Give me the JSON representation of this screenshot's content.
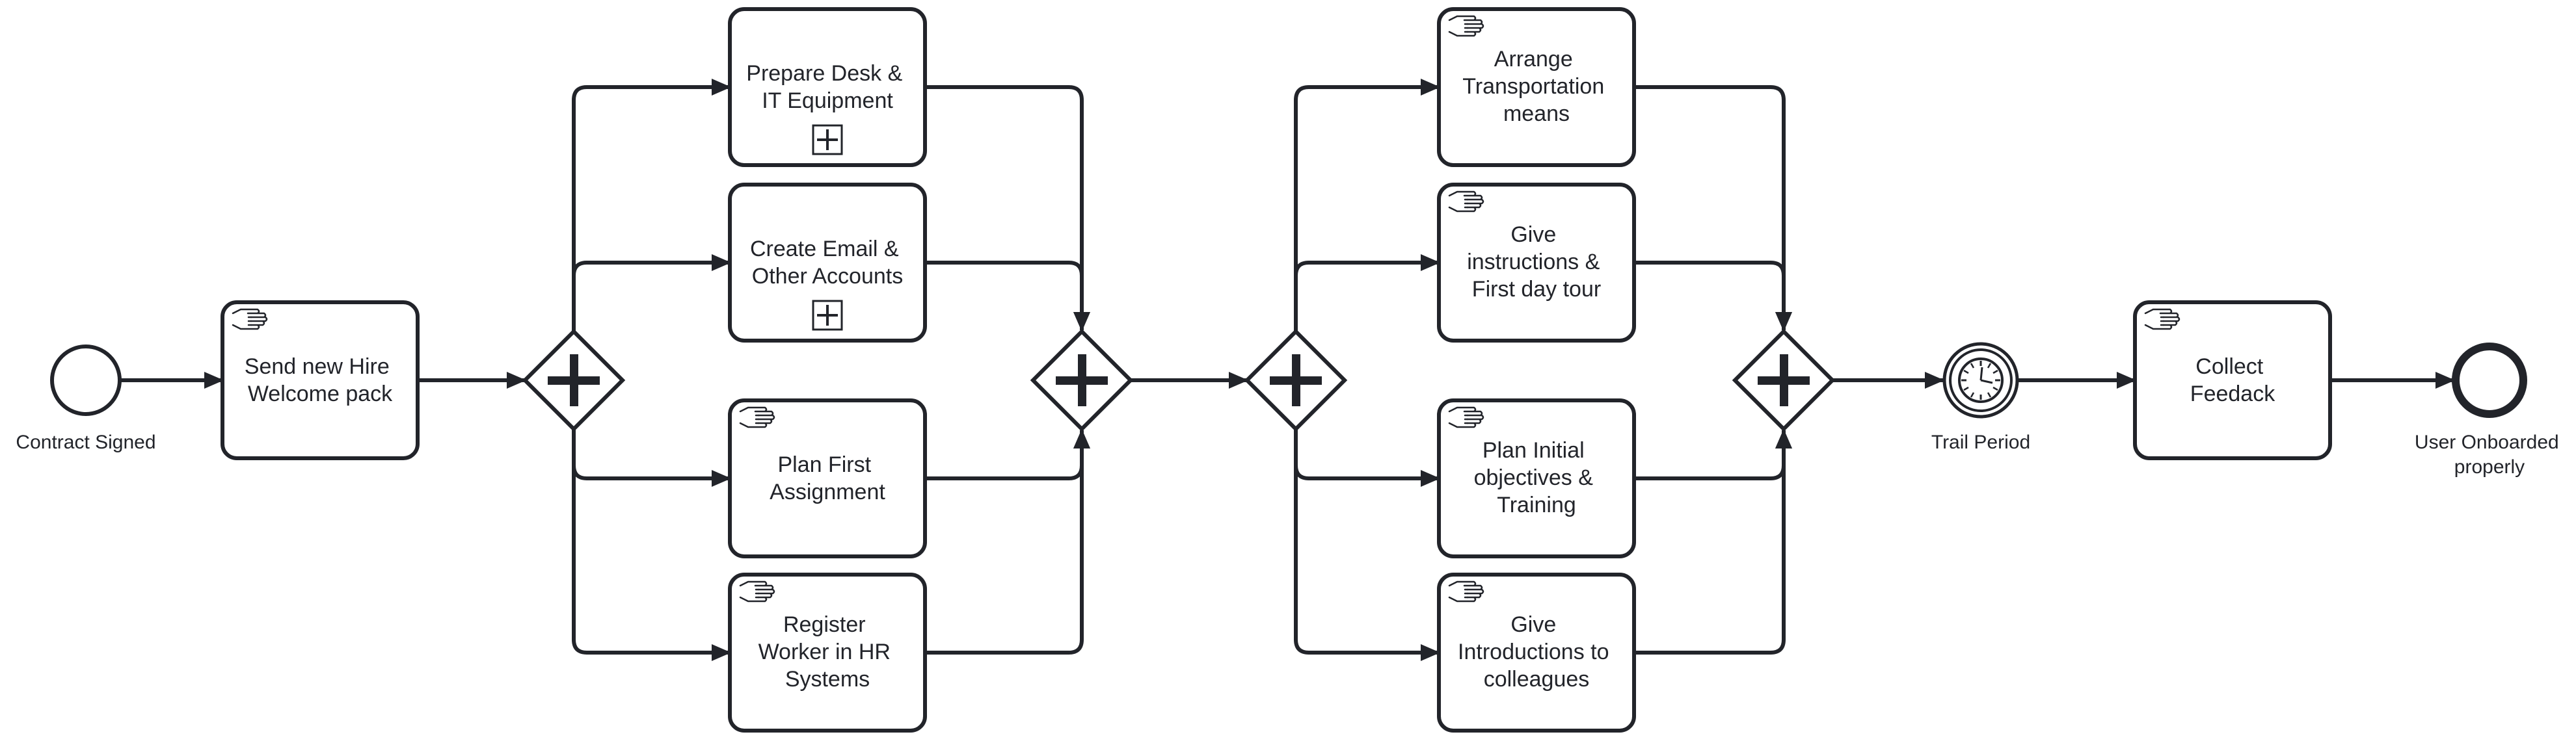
{
  "diagram": {
    "start_event": {
      "label": "Contract Signed"
    },
    "timer_event": {
      "label": "Trail Period"
    },
    "end_event": {
      "label_lines": [
        "User Onboarded",
        "properly"
      ]
    },
    "tasks": {
      "send_welcome_pack": {
        "lines": [
          "Send new Hire",
          "Welcome pack"
        ],
        "type": "manual"
      },
      "prepare_desk": {
        "lines": [
          "Prepare Desk &",
          "IT Equipment"
        ],
        "type": "collapsed-subprocess"
      },
      "create_email": {
        "lines": [
          "Create Email &",
          "Other Accounts"
        ],
        "type": "collapsed-subprocess"
      },
      "plan_first_assignment": {
        "lines": [
          "Plan First",
          "Assignment"
        ],
        "type": "manual"
      },
      "register_worker": {
        "lines": [
          "Register",
          "Worker in HR",
          "Systems"
        ],
        "type": "manual"
      },
      "arrange_transport": {
        "lines": [
          "Arrange",
          "Transportation",
          "means"
        ],
        "type": "manual"
      },
      "give_instructions": {
        "lines": [
          "Give",
          "instructions &",
          "First day tour"
        ],
        "type": "manual"
      },
      "plan_objectives": {
        "lines": [
          "Plan Initial",
          "objectives &",
          "Training"
        ],
        "type": "manual"
      },
      "give_introductions": {
        "lines": [
          "Give",
          "Introductions to",
          "colleagues"
        ],
        "type": "manual"
      },
      "collect_feedback": {
        "lines": [
          "Collect",
          "Feedack"
        ],
        "type": "manual"
      }
    },
    "gateways": [
      {
        "name": "parallel-split-1",
        "kind": "parallel"
      },
      {
        "name": "parallel-join-1",
        "kind": "parallel"
      },
      {
        "name": "parallel-split-2",
        "kind": "parallel"
      },
      {
        "name": "parallel-join-2",
        "kind": "parallel"
      }
    ],
    "colors": {
      "stroke": "#22242a",
      "background": "#ffffff"
    }
  }
}
